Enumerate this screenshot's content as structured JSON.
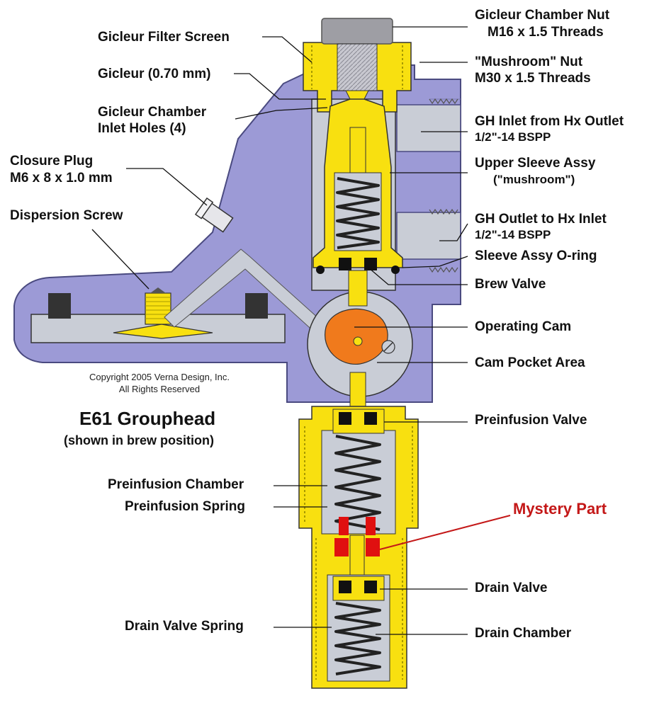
{
  "colors": {
    "housing": "#9c9ad6",
    "brass": "#f8e010",
    "chamber": "#c9cdd6",
    "cam": "#f07a1c",
    "mystery": "#e01010",
    "mystery_text": "#c41818",
    "outline": "#111111"
  },
  "title": "E61 Grouphead",
  "subtitle": "(shown in brew position)",
  "copyright": {
    "line1": "Copyright 2005 Verna Design, Inc.",
    "line2": "All Rights Reserved"
  },
  "labels_left": {
    "filter_screen": "Gicleur Filter Screen",
    "gicleur": "Gicleur (0.70 mm)",
    "inlet_holes_1": "Gicleur Chamber",
    "inlet_holes_2": "Inlet Holes (4)",
    "closure_plug_1": "Closure Plug",
    "closure_plug_2": "M6 x 8 x 1.0 mm",
    "dispersion_screw": "Dispersion Screw",
    "preinfusion_chamber": "Preinfusion Chamber",
    "preinfusion_spring": "Preinfusion Spring",
    "drain_valve_spring": "Drain Valve Spring"
  },
  "labels_right": {
    "chamber_nut_1": "Gicleur Chamber Nut",
    "chamber_nut_2": "M16 x 1.5 Threads",
    "mushroom_nut_1": "\"Mushroom\" Nut",
    "mushroom_nut_2": "M30 x 1.5  Threads",
    "gh_inlet_1": "GH Inlet from Hx Outlet",
    "gh_inlet_2": "1/2\"-14 BSPP",
    "upper_sleeve_1": "Upper Sleeve Assy",
    "upper_sleeve_2": "(\"mushroom\")",
    "gh_outlet_1": "GH Outlet to Hx Inlet",
    "gh_outlet_2": "1/2\"-14 BSPP",
    "sleeve_oring": "Sleeve Assy O-ring",
    "brew_valve": "Brew Valve",
    "operating_cam": "Operating Cam",
    "cam_pocket": "Cam Pocket Area",
    "preinfusion_valve": "Preinfusion Valve",
    "mystery_part": "Mystery Part",
    "drain_valve": "Drain Valve",
    "drain_chamber": "Drain Chamber"
  }
}
